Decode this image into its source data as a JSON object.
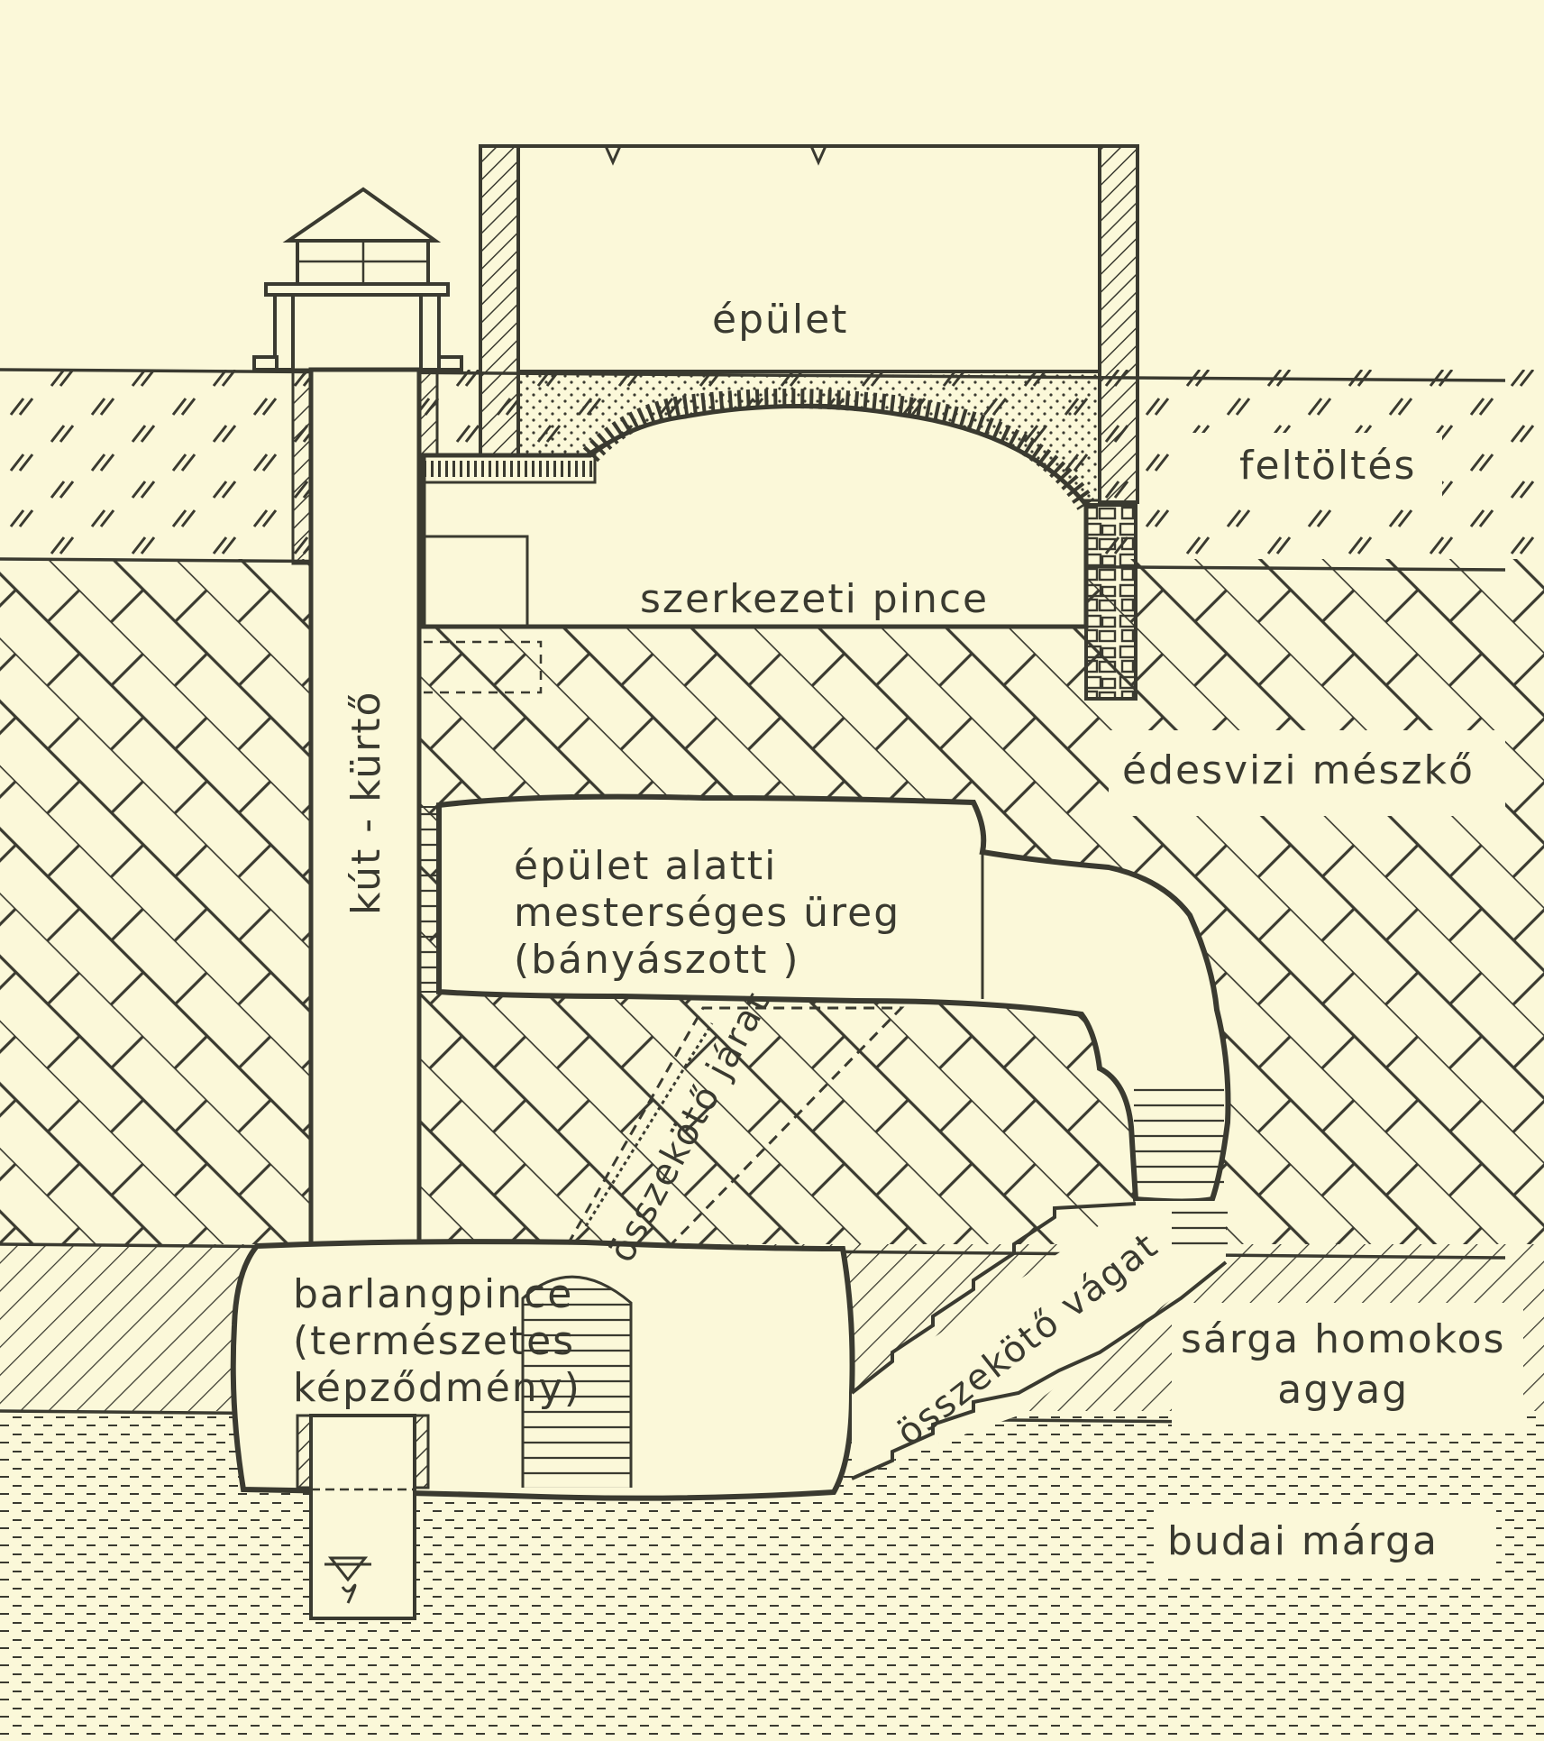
{
  "labels": {
    "building": "épület",
    "fill": "feltöltés",
    "structural_cellar": "szerkezeti pince",
    "limestone": "édesvizi mészkő",
    "artificial_cavity": "épület alatti\nmesterséges üreg\n(bányászott )",
    "well_shaft": "kút - kürtő",
    "connecting_passage": "összekötő járat",
    "connecting_cut": "összekötő vágat",
    "cave_cellar": "barlangpince\n(természetes\nképződmény)",
    "sandy_clay": "sárga homokos\nagyag",
    "buda_marl": "budai márga"
  },
  "colors": {
    "paper": "#fbf8d9",
    "ink": "#3a3a30"
  }
}
